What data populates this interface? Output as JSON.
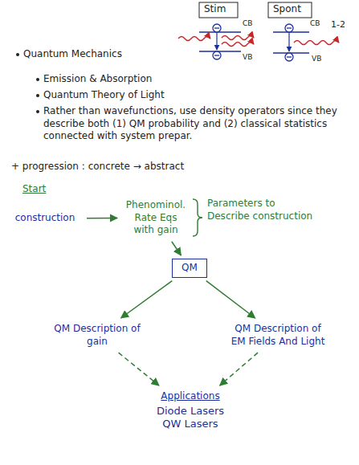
{
  "diagram": {
    "nodes": [
      {
        "text": [
          "construction"
        ]
      },
      {
        "text": [
          "Phenominol. Rate Eqs with gain"
        ]
      },
      {
        "text": [
          "QM"
        ]
      },
      {
        "text": [
          "QM Description of gain"
        ]
      },
      {
        "text": [
          "QM Description of EM Fields And Light"
        ]
      },
      {
        "text": [
          "Applications",
          "Diode Lasers",
          "QW Lasers"
        ]
      }
    ],
    "edges": [
      {
        "from": 0,
        "to": 1,
        "arrow": "to"
      },
      {
        "from": 1,
        "to": 2,
        "arrow": "to"
      },
      {
        "from": 2,
        "to": 3,
        "arrow": "to"
      },
      {
        "from": 2,
        "to": 4,
        "arrow": "to"
      },
      {
        "from": 3,
        "to": 5,
        "arrow": "to"
      },
      {
        "from": 4,
        "to": 5,
        "arrow": "to"
      }
    ],
    "labels": [
      "Stim",
      "Spont",
      "1-2",
      "CB",
      "VB",
      "CB",
      "VB",
      "Quantum Mechanics",
      "Emission & Absorption",
      "Quantum Theory of Light",
      "Rather than wavefunctions, use density operators since they describe both (1) QM probability and (2) classical statistics connected with system prepar.",
      "+ progression : concrete → abstract",
      "Start",
      "Parameters to Describe construction"
    ]
  }
}
